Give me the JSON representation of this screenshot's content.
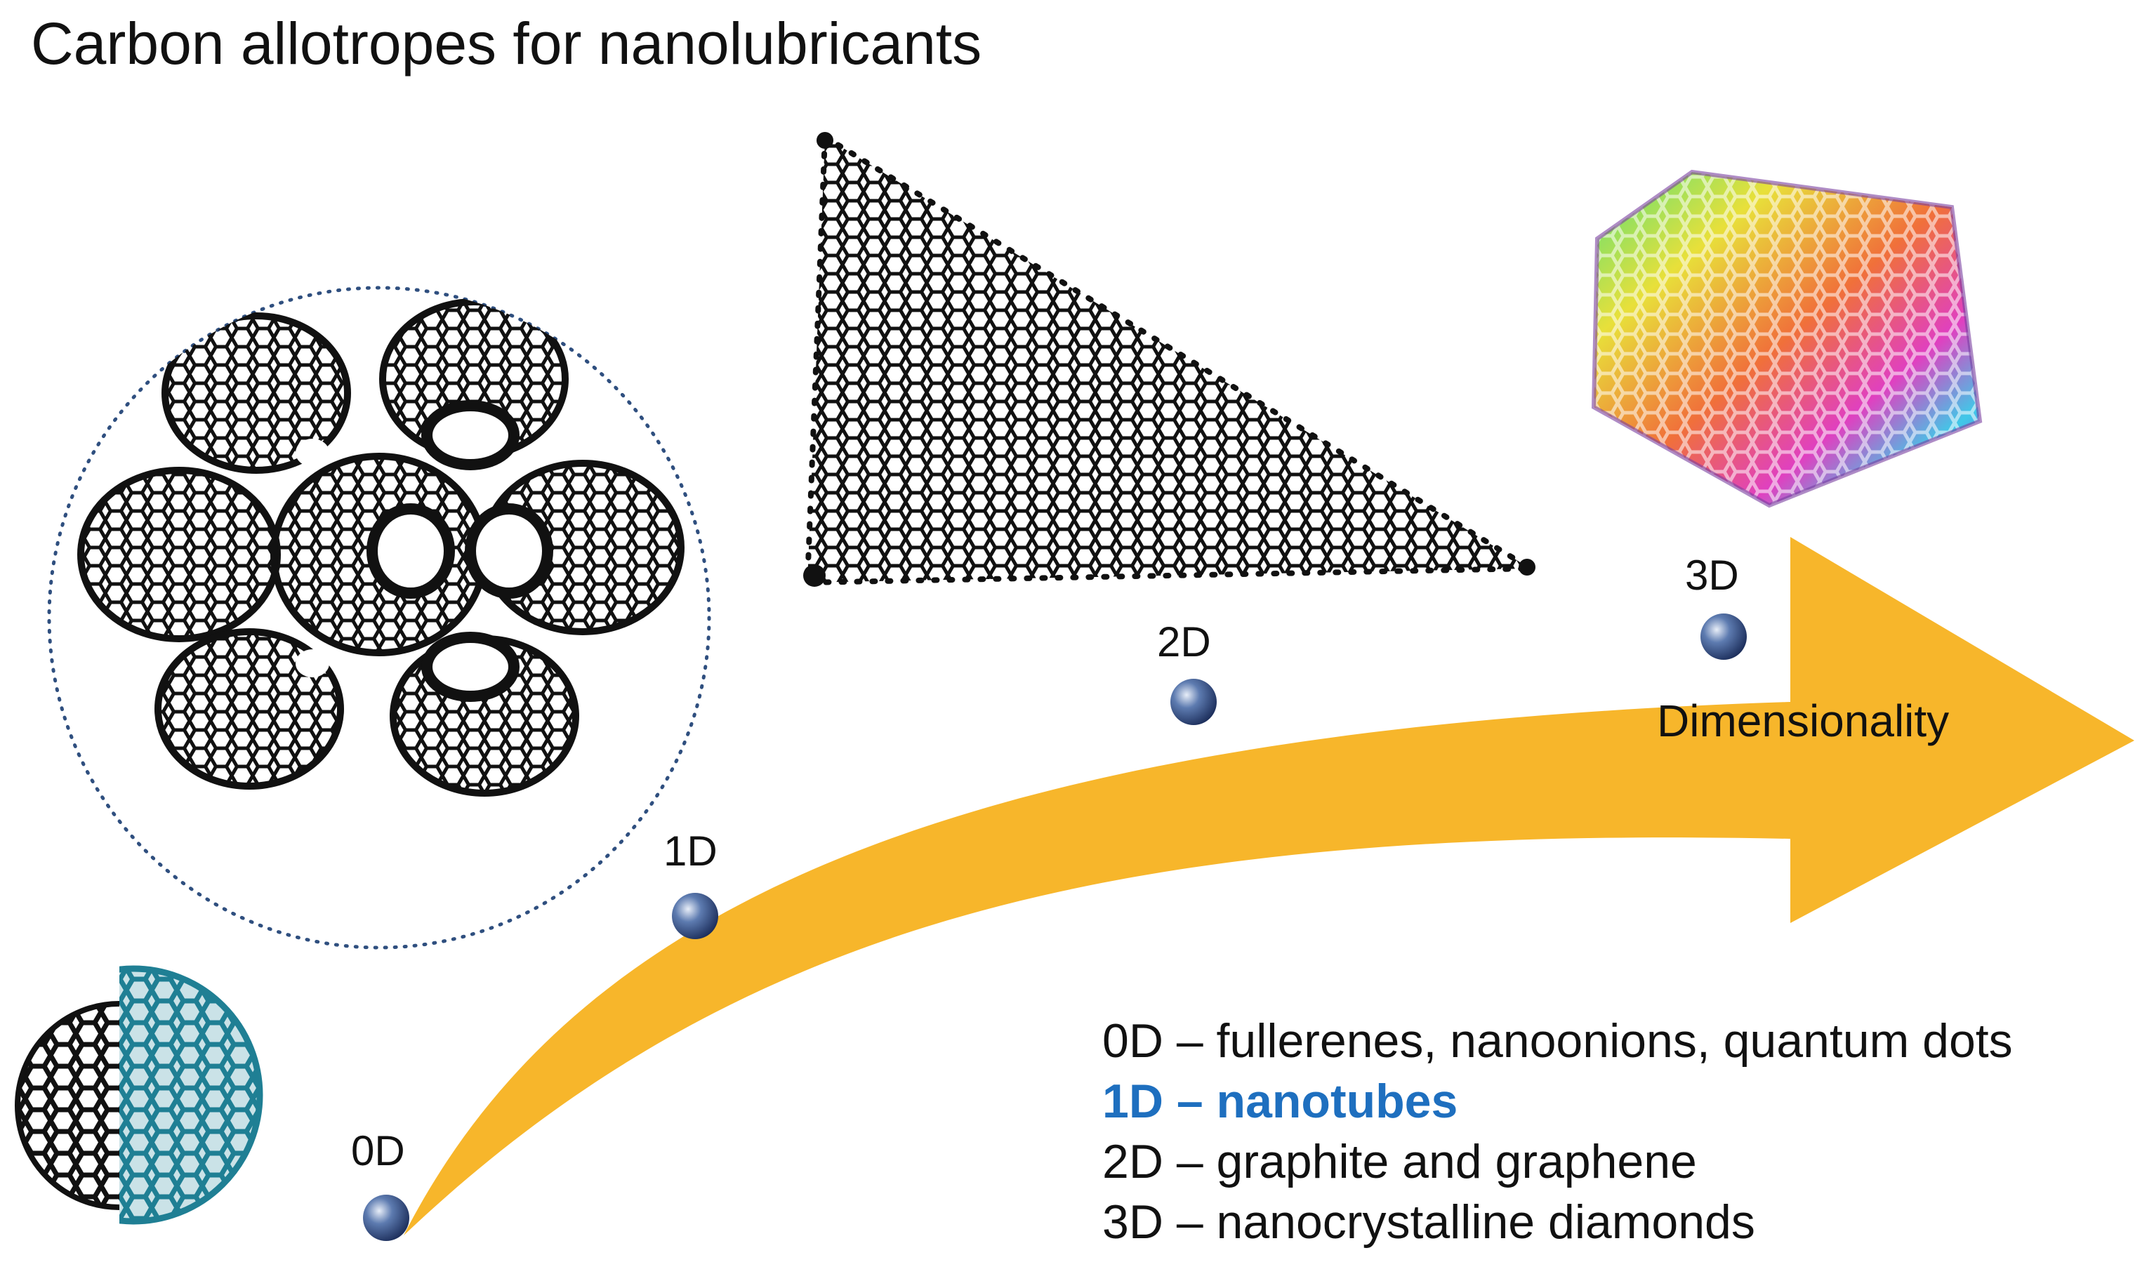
{
  "title": "Carbon allotropes for nanolubricants",
  "arrow_label": "Dimensionality",
  "accent_color": "#F7B62B",
  "highlight_color": "#1E6FBF",
  "points": [
    {
      "label": "0D"
    },
    {
      "label": "1D"
    },
    {
      "label": "2D"
    },
    {
      "label": "3D"
    }
  ],
  "legend": [
    {
      "text": "0D – fullerenes, nanoonions, quantum dots",
      "highlighted": false
    },
    {
      "text": "1D – nanotubes",
      "highlighted": true
    },
    {
      "text": "2D – graphite and graphene",
      "highlighted": false
    },
    {
      "text": "3D – nanocrystalline diamonds",
      "highlighted": false
    }
  ],
  "illustrations": [
    {
      "icon": "fullerene-icon"
    },
    {
      "icon": "nanotube-bundle-icon"
    },
    {
      "icon": "graphene-sheet-icon"
    },
    {
      "icon": "nanodiamond-icon"
    }
  ]
}
